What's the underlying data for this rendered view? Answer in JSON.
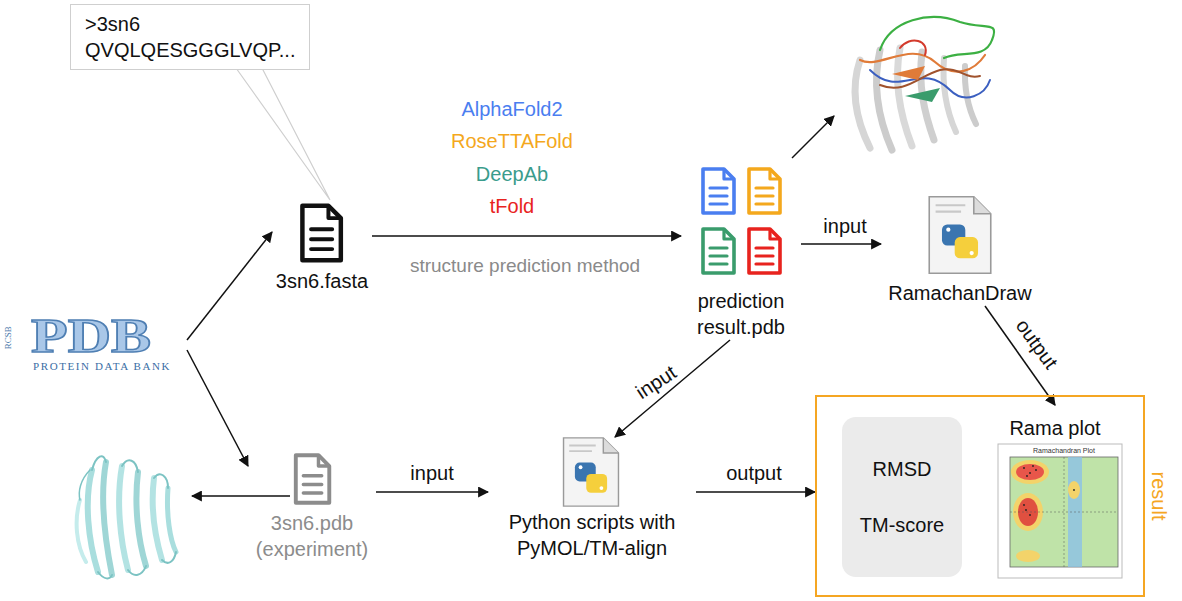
{
  "diagram": {
    "nodes": [
      {
        "text": [
          ">3sn6",
          "QVQLQESGGGLVQP..."
        ]
      },
      {
        "text": [
          "3sn6.fasta"
        ]
      },
      {
        "text": [
          "RCSB",
          "PDB",
          "PROTEIN DATA BANK"
        ]
      },
      {
        "text": [
          "3sn6.pdb (experiment)"
        ]
      },
      {
        "text": [
          "prediction result.pdb"
        ]
      },
      {
        "text": [
          "RamachanDraw"
        ]
      },
      {
        "text": [
          "Python scripts with PyMOL/TM-align"
        ]
      },
      {
        "text": [
          "result"
        ]
      },
      {
        "text": [
          "RMSD",
          "TM-score"
        ],
        "in": 7
      },
      {
        "text": [
          "Rama plot"
        ],
        "in": 7
      }
    ],
    "edges": [
      {
        "from": 2,
        "to": 1,
        "arrow": "to"
      },
      {
        "from": 2,
        "to": 3,
        "arrow": "to"
      },
      {
        "from": 1,
        "to": 4,
        "label": "structure prediction method",
        "arrow": "to"
      },
      {
        "from": 4,
        "to": 5,
        "label": "input",
        "arrow": "to"
      },
      {
        "from": 4,
        "to": 6,
        "label": "input",
        "arrow": "to"
      },
      {
        "from": 3,
        "to": 6,
        "label": "input",
        "arrow": "to"
      },
      {
        "from": 6,
        "to": 7,
        "label": "output",
        "arrow": "to"
      },
      {
        "from": 5,
        "to": 9,
        "label": "output",
        "arrow": "to"
      }
    ],
    "labels": [
      "AlphaFold2",
      "RoseTTAFold",
      "DeepAb",
      "tFold",
      "Ramachandran Plot"
    ]
  }
}
